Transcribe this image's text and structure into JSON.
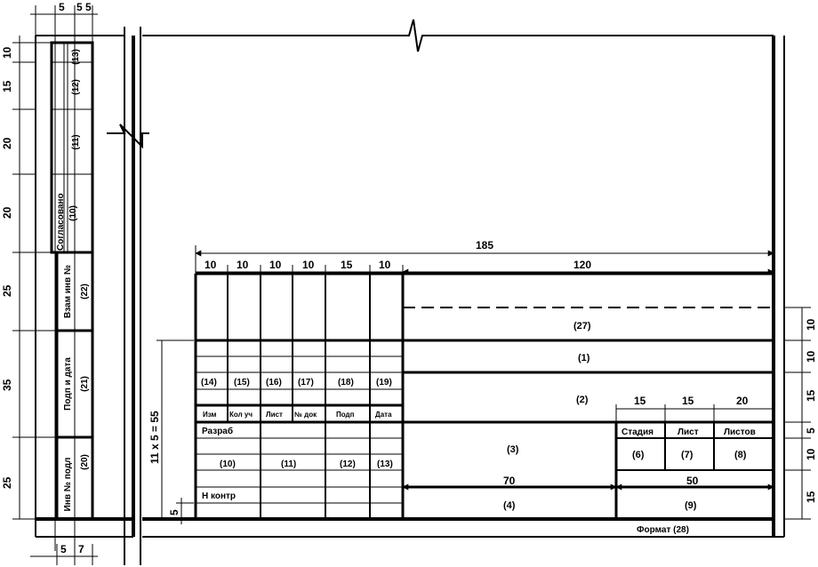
{
  "dims": {
    "top_left_5a": "5",
    "top_left_5b": "5",
    "top_left_5c": "5",
    "bottom_left_5": "5",
    "bottom_left_7": "7",
    "left_10": "10",
    "left_15": "15",
    "left_20a": "20",
    "left_20b": "20",
    "left_25a": "25",
    "left_35": "35",
    "left_25b": "25",
    "total_185": "185",
    "col_10a": "10",
    "col_10b": "10",
    "col_10c": "10",
    "col_10d": "10",
    "col_15": "15",
    "col_10e": "10",
    "col_120": "120",
    "height_55": "11 x 5 = 55",
    "height_5": "5",
    "right_10a": "10",
    "right_10b": "10",
    "right_15a": "15",
    "right_5": "5",
    "right_10c": "10",
    "right_15b": "15",
    "st_15a": "15",
    "st_15b": "15",
    "st_20": "20",
    "w_70": "70",
    "w_50": "50"
  },
  "side_strip": {
    "agreed": "Согласовано",
    "c13": "(13)",
    "c12": "(12)",
    "c11": "(11)",
    "c10": "(10)",
    "vzam_label": "Взам инв №",
    "c22": "(22)",
    "podp_label": "Подп и дата",
    "c21": "(21)",
    "inv_label": "Инв № подл",
    "c20": "(20)"
  },
  "title_block": {
    "c27": "(27)",
    "c1": "(1)",
    "c2": "(2)",
    "c3": "(3)",
    "c4": "(4)",
    "c6": "(6)",
    "c7": "(7)",
    "c8": "(8)",
    "c9": "(9)",
    "c14": "(14)",
    "c15": "(15)",
    "c16": "(16)",
    "c17": "(17)",
    "c18": "(18)",
    "c19": "(19)",
    "b10": "(10)",
    "b11": "(11)",
    "b12": "(12)",
    "b13": "(13)",
    "h_izm": "Изм",
    "h_kol": "Кол уч",
    "h_list": "Лист",
    "h_ndok": "№ док",
    "h_podp": "Подп",
    "h_data": "Дата",
    "razrab": "Разраб",
    "n_kontr": "Н контр",
    "stadiya": "Стадия",
    "list": "Лист",
    "listov": "Листов"
  },
  "format_label": "Формат (28)"
}
